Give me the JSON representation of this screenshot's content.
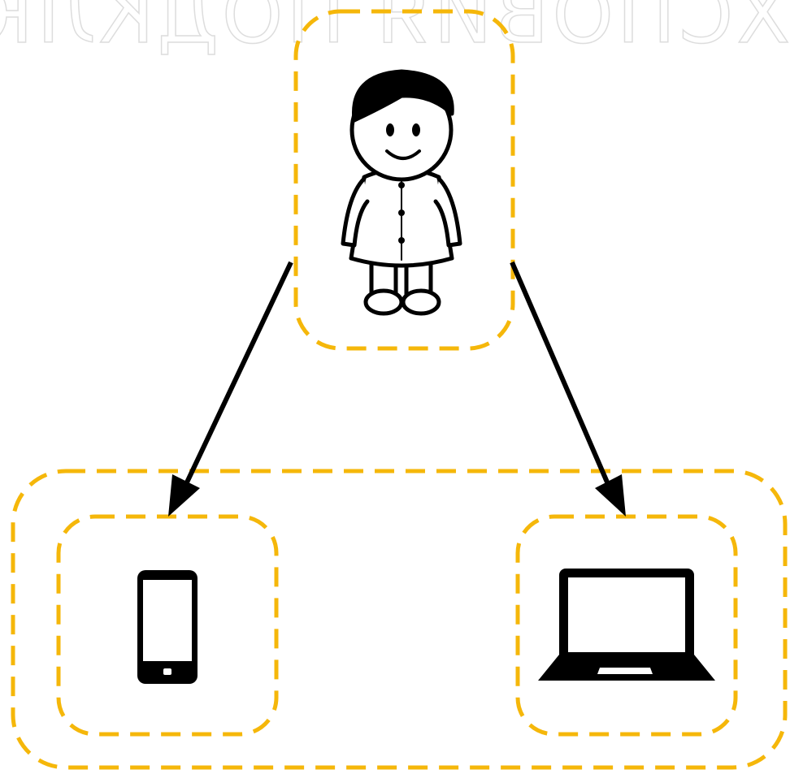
{
  "colors": {
    "frame_dash": "#f5b70a",
    "arrow": "#000000",
    "icon_fill": "#000000",
    "background": "#ffffff",
    "watermark": "#dddddd"
  },
  "watermark": {
    "text": "ХСПОВИЯ ПОДКЛЮ"
  },
  "nodes": {
    "user": {
      "icon": "child-person-icon"
    },
    "devices_group": {
      "icon": "none"
    },
    "phone": {
      "icon": "smartphone-icon"
    },
    "laptop": {
      "icon": "laptop-icon"
    }
  },
  "edges": [
    {
      "from": "user",
      "to": "phone"
    },
    {
      "from": "user",
      "to": "laptop"
    }
  ]
}
